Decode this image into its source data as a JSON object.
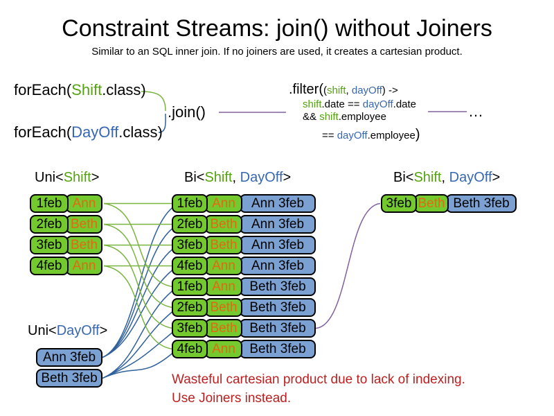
{
  "title": "Constraint Streams: join() without Joiners",
  "subtitle": "Similar to an SQL inner join. If no joiners are used, it creates a cartesian product.",
  "code": {
    "foreach_shift": {
      "fn": "forEach(",
      "cls": "Shift",
      "end": ".class)"
    },
    "foreach_dayoff": {
      "fn": "forEach(",
      "cls": "DayOff",
      "end": ".class)"
    },
    "join": ".join()",
    "filter": {
      "head": ".filter(",
      "paren": "(",
      "arg_shift": "shift",
      "comma": ", ",
      "arg_dayoff": "dayOff",
      "close_arrow": ") ->",
      "line2": {
        "shift": "shift",
        "mid": ".date == ",
        "dayoff": "dayOff",
        "end": ".date"
      },
      "line3": {
        "amp": "&& ",
        "shift": "shift",
        "end": ".employee"
      },
      "line4": {
        "eq": "== ",
        "dayoff": "dayOff",
        "end": ".employee",
        "close": ")"
      }
    },
    "ellipsis": "…"
  },
  "headers": {
    "uni_shift": {
      "pre": "Uni<",
      "shift": "Shift",
      "post": ">"
    },
    "bi_mid": {
      "pre": "Bi<",
      "shift": "Shift",
      "sep": ", ",
      "dayoff": "DayOff",
      "post": ">"
    },
    "bi_right": {
      "pre": "Bi<",
      "shift": "Shift",
      "sep": ", ",
      "dayoff": "DayOff",
      "post": ">"
    },
    "uni_dayoff": {
      "pre": "Uni<",
      "dayoff": "DayOff",
      "post": ">"
    }
  },
  "columns": {
    "shifts": {
      "rows": [
        {
          "date": "1feb",
          "name": "Ann"
        },
        {
          "date": "2feb",
          "name": "Beth"
        },
        {
          "date": "3feb",
          "name": "Beth"
        },
        {
          "date": "4feb",
          "name": "Ann"
        }
      ]
    },
    "dayoffs": {
      "rows": [
        {
          "label": "Ann 3feb"
        },
        {
          "label": "Beth 3feb"
        }
      ]
    },
    "joined": {
      "rows": [
        {
          "date": "1feb",
          "name": "Ann",
          "result": "Ann 3feb",
          "shift_index": 0,
          "dayoff_index": 0
        },
        {
          "date": "2feb",
          "name": "Beth",
          "result": "Ann 3feb",
          "shift_index": 1,
          "dayoff_index": 0
        },
        {
          "date": "3feb",
          "name": "Beth",
          "result": "Ann 3feb",
          "shift_index": 2,
          "dayoff_index": 0
        },
        {
          "date": "4feb",
          "name": "Ann",
          "result": "Ann 3feb",
          "shift_index": 3,
          "dayoff_index": 0
        },
        {
          "date": "1feb",
          "name": "Ann",
          "result": "Beth 3feb",
          "shift_index": 0,
          "dayoff_index": 1
        },
        {
          "date": "2feb",
          "name": "Beth",
          "result": "Beth 3feb",
          "shift_index": 1,
          "dayoff_index": 1
        },
        {
          "date": "3feb",
          "name": "Beth",
          "result": "Beth 3feb",
          "shift_index": 2,
          "dayoff_index": 1
        },
        {
          "date": "4feb",
          "name": "Ann",
          "result": "Beth 3feb",
          "shift_index": 3,
          "dayoff_index": 1
        }
      ]
    },
    "result": {
      "rows": [
        {
          "date": "3feb",
          "name": "Beth",
          "result": "Beth 3feb",
          "source_index": 6
        }
      ]
    }
  },
  "note": {
    "line1": "Wasteful cartesian product due to lack of indexing.",
    "line2": "Use Joiners instead."
  },
  "colors": {
    "green_box": "#73C92D",
    "blue_box": "#7AA1D2",
    "orange_text": "#E2690F",
    "green_text": "#54A210",
    "blue_text": "#3767B1",
    "line_green": "#79B43F",
    "line_blue": "#30619B",
    "line_purple": "#80609F",
    "note_red": "#BB1F1F"
  }
}
